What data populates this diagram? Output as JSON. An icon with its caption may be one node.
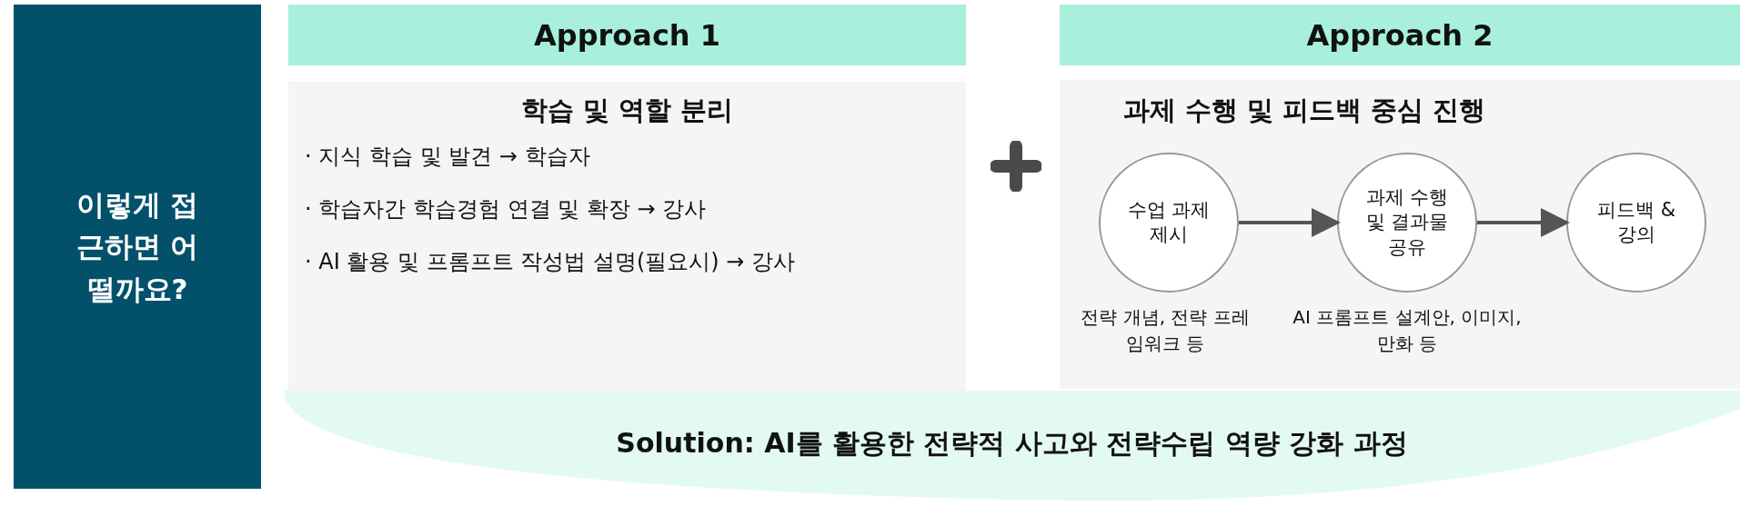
{
  "diagram": {
    "nodes": [
      {
        "text": [
          "이렇게 접근하면 어떨까요?"
        ]
      },
      {
        "text": [
          "Approach 1"
        ]
      },
      {
        "text": [
          "학습 및 역할 분리",
          "· 지식 학습 및 발견 → 학습자",
          "· 학습자간 학습경험 연결 및 확장 → 강사",
          "· AI 활용 및 프롬프트 작성법 설명(필요시) → 강사"
        ]
      },
      {
        "text": [
          "Approach 2"
        ]
      },
      {
        "text": [
          "과제 수행 및 피드백 중심 진행"
        ]
      },
      {
        "text": [
          "수업 과제 제시"
        ],
        "in": 4,
        "beside": [
          "전략 개념, 전략 프레임워크 등"
        ]
      },
      {
        "text": [
          "과제 수행 및 결과물 공유"
        ],
        "in": 4,
        "beside": [
          "AI 프롬프트 설계안, 이미지, 만화 등"
        ]
      },
      {
        "text": [
          "피드백 & 강의"
        ],
        "in": 4
      },
      {
        "text": [
          "Solution: AI를 활용한 전략적 사고와 전략수립 역량 강화 과정"
        ]
      }
    ],
    "edges": [
      {
        "from": 5,
        "to": 6,
        "arrow": "to"
      },
      {
        "from": 6,
        "to": 7,
        "arrow": "to"
      }
    ]
  }
}
